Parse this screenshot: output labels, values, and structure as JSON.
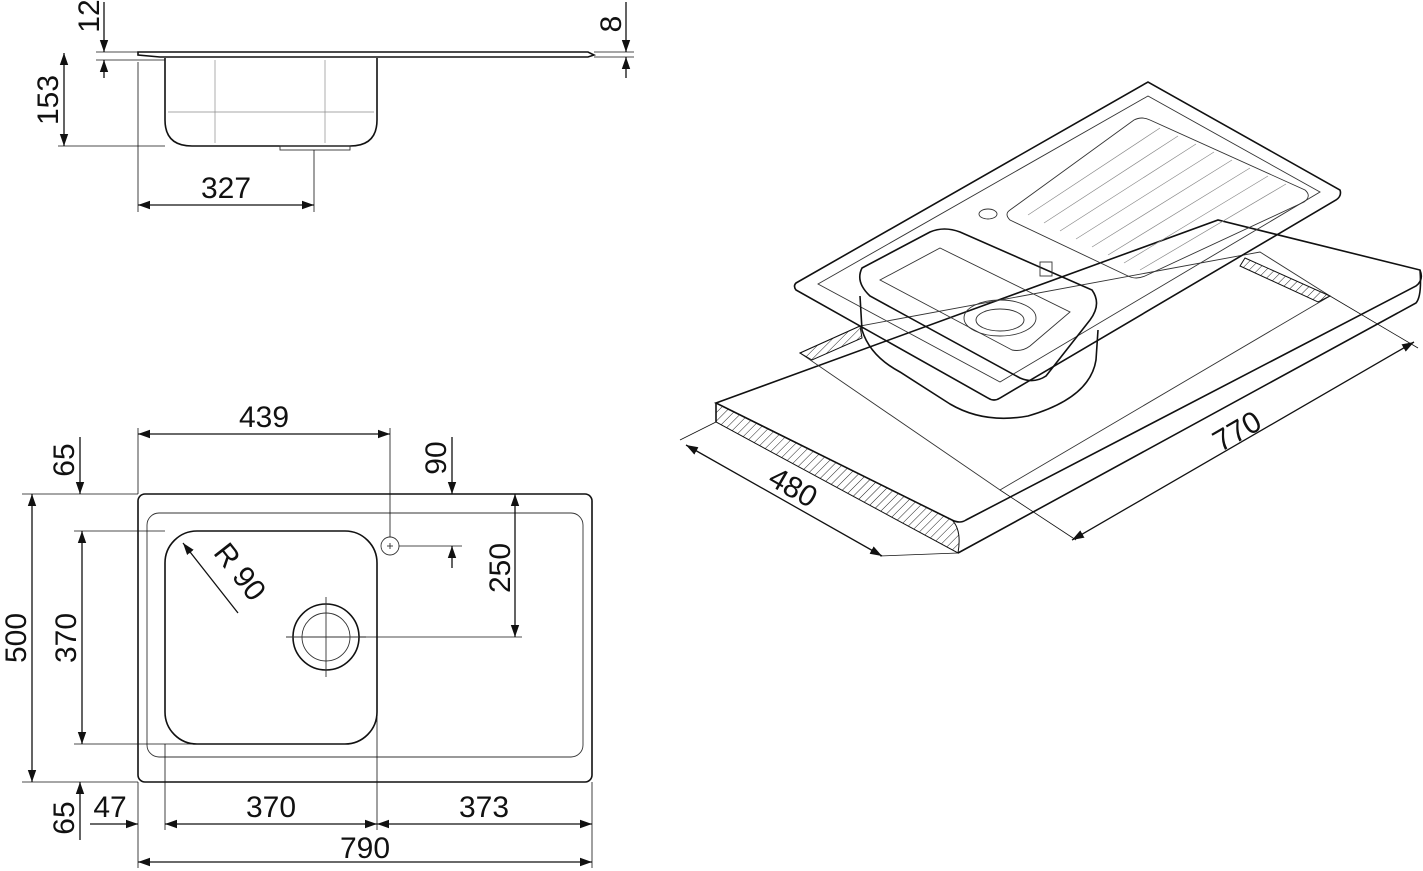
{
  "section_view": {
    "dim_rim": "12",
    "dim_flange": "8",
    "dim_depth": "153",
    "dim_bowl_width": "327"
  },
  "plan_view": {
    "dim_tap_offset": "439",
    "dim_tap_hole": "90",
    "dim_top_margin": "65",
    "dim_drain_offset": "250",
    "dim_total_depth": "500",
    "dim_bowl_depth": "370",
    "dim_radius": "R 90",
    "dim_bottom_margin": "65",
    "dim_left_margin": "47",
    "dim_bowl_length": "370",
    "dim_drainer_length": "373",
    "dim_total_length": "790"
  },
  "iso_view": {
    "dim_cutout_depth": "480",
    "dim_cutout_length": "770"
  }
}
